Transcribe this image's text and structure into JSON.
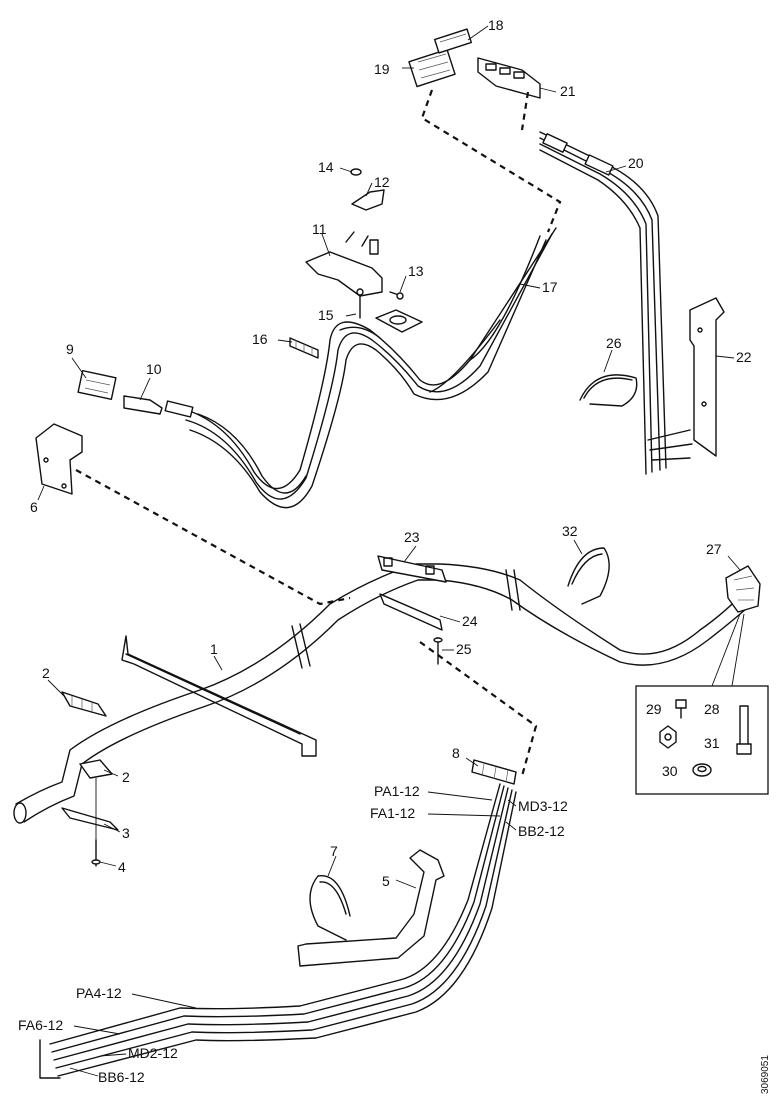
{
  "callouts": {
    "c1": "1",
    "c2a": "2",
    "c2b": "2",
    "c3": "3",
    "c4": "4",
    "c5": "5",
    "c6": "6",
    "c7": "7",
    "c8": "8",
    "c9": "9",
    "c10": "10",
    "c11": "11",
    "c12": "12",
    "c13": "13",
    "c14": "14",
    "c15": "15",
    "c16": "16",
    "c17": "17",
    "c18": "18",
    "c19": "19",
    "c20": "20",
    "c21": "21",
    "c22": "22",
    "c23": "23",
    "c24": "24",
    "c25": "25",
    "c26": "26",
    "c27": "27",
    "c28": "28",
    "c29": "29",
    "c30": "30",
    "c31": "31",
    "c32": "32"
  },
  "wire_labels": {
    "pa1": "PA1-12",
    "md3": "MD3-12",
    "fa1": "FA1-12",
    "bb2": "BB2-12",
    "pa4": "PA4-12",
    "fa6": "FA6-12",
    "md2": "MD2-12",
    "bb6": "BB6-12"
  },
  "reference_number": "3069051"
}
